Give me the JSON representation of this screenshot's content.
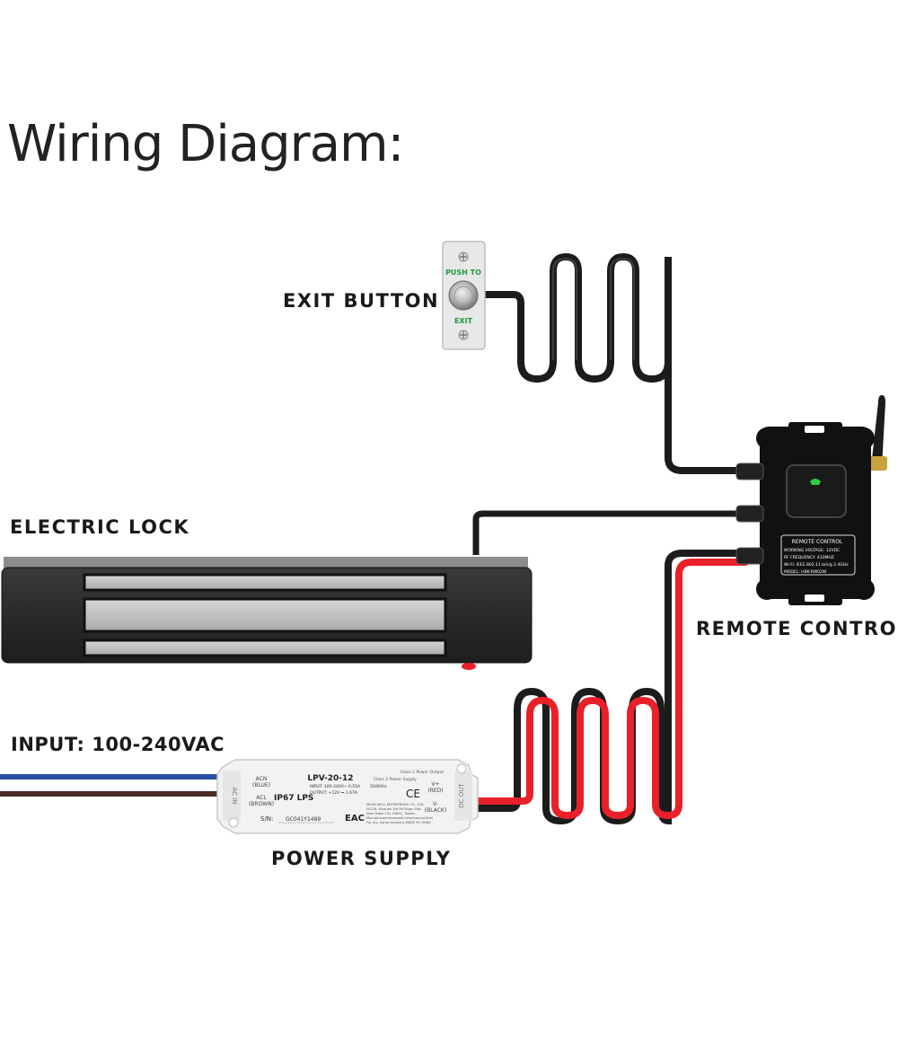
{
  "title": "Wiring Diagram:",
  "labels": {
    "exit_button": "EXIT BUTTON",
    "electric_lock": "ELECTRIC LOCK",
    "remote_control": "REMOTE CONTROL",
    "input": "INPUT: 100-240VAC",
    "power_supply": "POWER SUPPLY"
  },
  "exit_plate": {
    "push_to": "PUSH TO",
    "exit": "EXIT"
  },
  "remote_module": {
    "heading": "REMOTE CONTROL",
    "lines": [
      "WORKING VOLTAGE: 12VDC",
      "RF FREQUENCY: 433MHZ",
      "Wi-Fi: IEEE 802.11 b/n/g 2.4GHz",
      "MODEL: HBK-RW02W"
    ]
  },
  "psu": {
    "model": "LPV-20-12",
    "class_text": "Class 2 Power Output",
    "class_supply": "Class 2 Power Supply",
    "ip_rating": "IP67 LPS",
    "input_spec": "INPUT: 100-240V~ 0.55A",
    "freq": "50/60Hz",
    "output_spec": "OUTPUT: +12V ⎓ 1.67A",
    "acn": "ACN",
    "acn_color": "(BLUE)",
    "acl": "ACL",
    "acl_color": "(BROWN)",
    "vplus": "V+",
    "vplus_color": "(RED)",
    "vminus": "V-",
    "vminus_color": "(BLACK)",
    "sn_label": "S/N:",
    "sn_value": "GC041Y1489",
    "ac_in": "AC IN",
    "dc_out": "DC OUT",
    "ce": "CE",
    "eac": "EAC",
    "mfr_lines": [
      "MEAN WELL ENTERPRISES CO., LTD.",
      "NO.28, Wuquan 3rd Rd.Wugu Dist.",
      "New Taipei City 24891, Taiwan",
      "Manual:www.meanwell.com/manual.html",
      "For dry, damp locations    MADE IN CHINA"
    ]
  },
  "colors": {
    "wire_black": "#1c1c1c",
    "wire_red": "#e8202a",
    "wire_blue": "#2b4fa3",
    "wire_brown": "#4a2c26",
    "status_green": "#2ecc40"
  }
}
